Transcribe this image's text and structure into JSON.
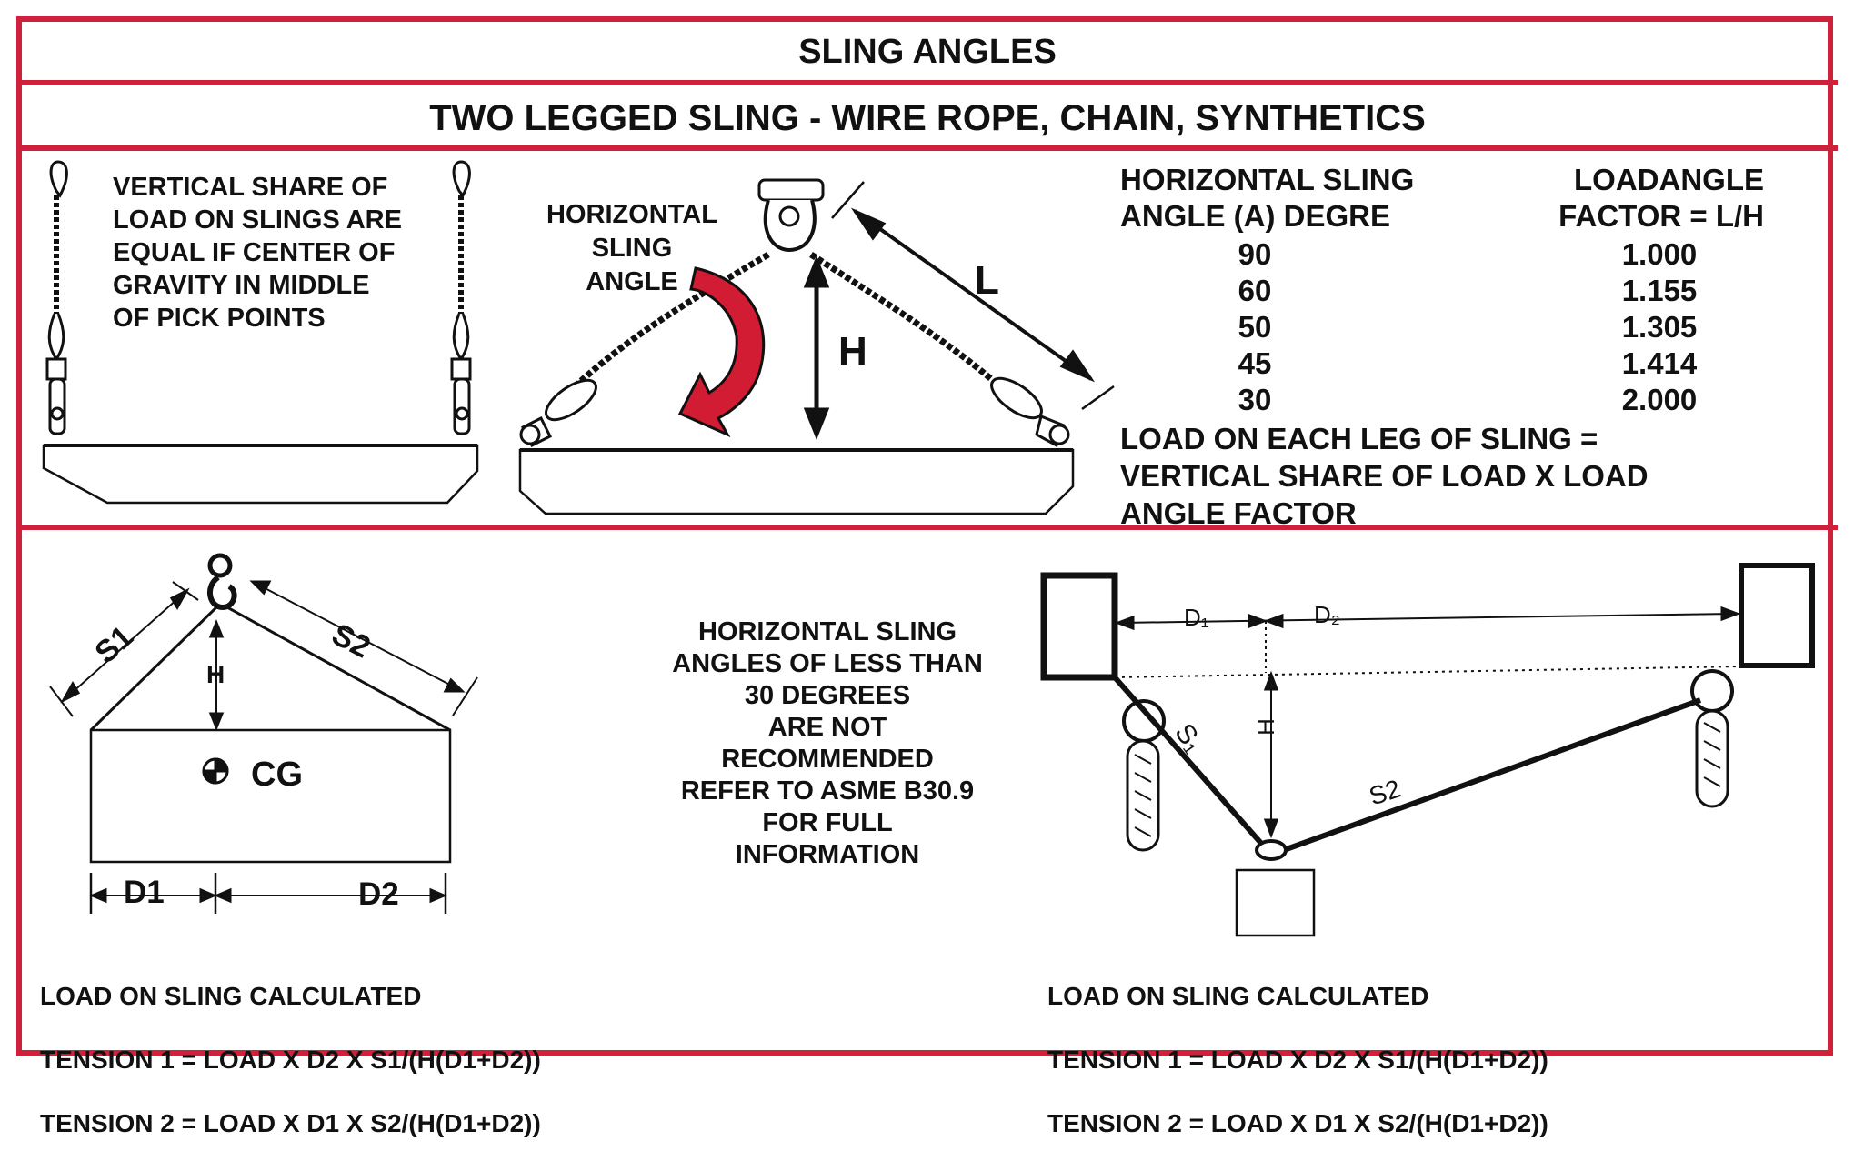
{
  "header": {
    "title": "SLING ANGLES",
    "subtitle": "TWO LEGGED SLING - WIRE ROPE, CHAIN, SYNTHETICS"
  },
  "top_panel": {
    "note_vertical_share": "VERTICAL SHARE OF\nLOAD ON SLINGS ARE\nEQUAL IF CENTER OF\nGRAVITY IN MIDDLE\nOF PICK POINTS",
    "angle_label": "HORIZONTAL\nSLING\nANGLE",
    "label_h": "H",
    "label_l": "L",
    "table": {
      "header_left": "HORIZONTAL SLING\nANGLE (A) DEGRE",
      "header_right": "LOADANGLE\nFACTOR = L/H",
      "rows": [
        {
          "angle": "90",
          "factor": "1.000"
        },
        {
          "angle": "60",
          "factor": "1.155"
        },
        {
          "angle": "50",
          "factor": "1.305"
        },
        {
          "angle": "45",
          "factor": "1.414"
        },
        {
          "angle": "30",
          "factor": "2.000"
        }
      ]
    },
    "formula": "LOAD ON EACH LEG OF SLING =\nVERTICAL SHARE OF LOAD X LOAD\nANGLE FACTOR"
  },
  "bottom_panel": {
    "left_diagram": {
      "s1": "S1",
      "s2": "S2",
      "h": "H",
      "cg": "CG",
      "d1": "D1",
      "d2": "D2"
    },
    "warning": "HORIZONTAL SLING\nANGLES OF LESS THAN\n30 DEGREES\nARE NOT\nRECOMMENDED\nREFER TO ASME B30.9\nFOR FULL\nINFORMATION",
    "right_diagram": {
      "d1": "D₁",
      "d2": "D₂",
      "h": "H",
      "s1": "S₁",
      "s2": "S2"
    },
    "calc_left": {
      "title": "LOAD ON SLING CALCULATED",
      "tension1": "TENSION 1 = LOAD X D2 X S1/(H(D1+D2))",
      "tension2": "TENSION 2 = LOAD X D1 X S2/(H(D1+D2))"
    },
    "calc_right": {
      "title": "LOAD ON SLING CALCULATED",
      "tension1": "TENSION 1 = LOAD X D2 X S1/(H(D1+D2))",
      "tension2": "TENSION 2 = LOAD X D1 X S2/(H(D1+D2))"
    }
  },
  "colors": {
    "border_red": "#d0213c",
    "arrow_red": "#d21c33",
    "ink": "#111111"
  }
}
